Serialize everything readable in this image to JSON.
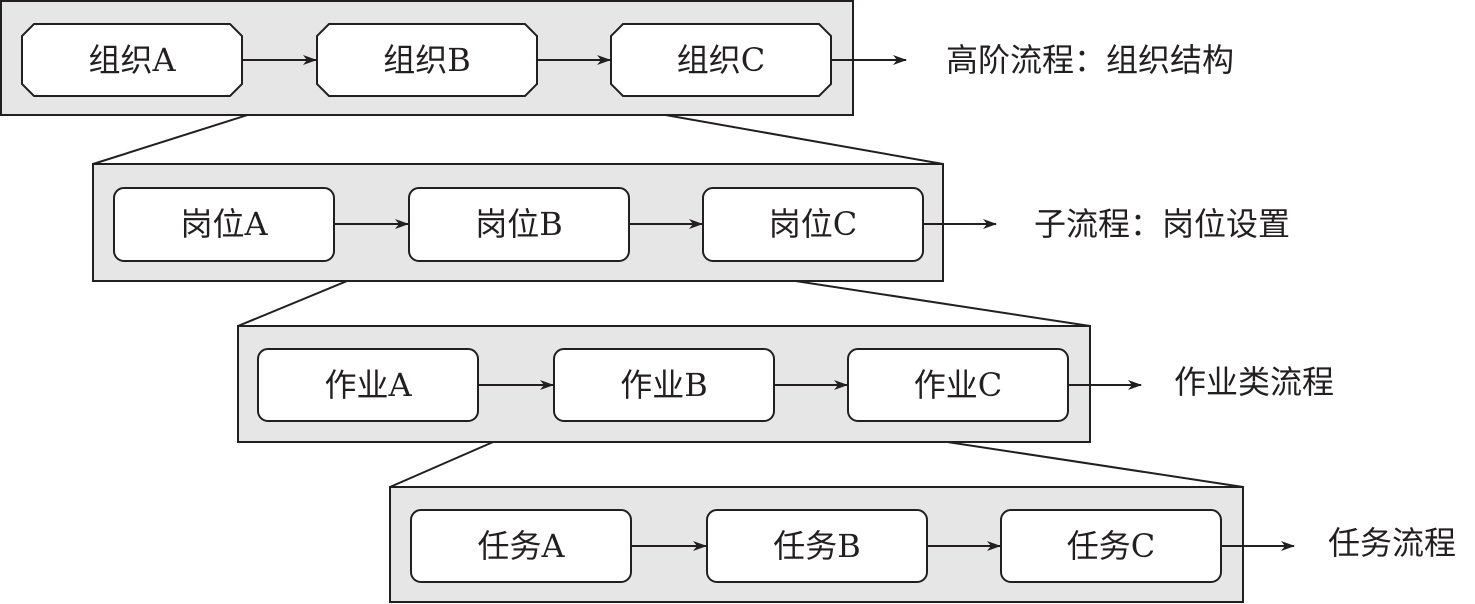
{
  "levels": [
    {
      "label": "高阶流程：组织结构",
      "nodes": [
        "组织A",
        "组织B",
        "组织C"
      ]
    },
    {
      "label": "子流程：岗位设置",
      "nodes": [
        "岗位A",
        "岗位B",
        "岗位C"
      ]
    },
    {
      "label": "作业类流程",
      "nodes": [
        "作业A",
        "作业B",
        "作业C"
      ]
    },
    {
      "label": "任务流程",
      "nodes": [
        "任务A",
        "任务B",
        "任务C"
      ]
    }
  ],
  "colors": {
    "panel_fill": "#e6e6e6",
    "node_fill": "#ffffff",
    "stroke": "#231f20"
  }
}
